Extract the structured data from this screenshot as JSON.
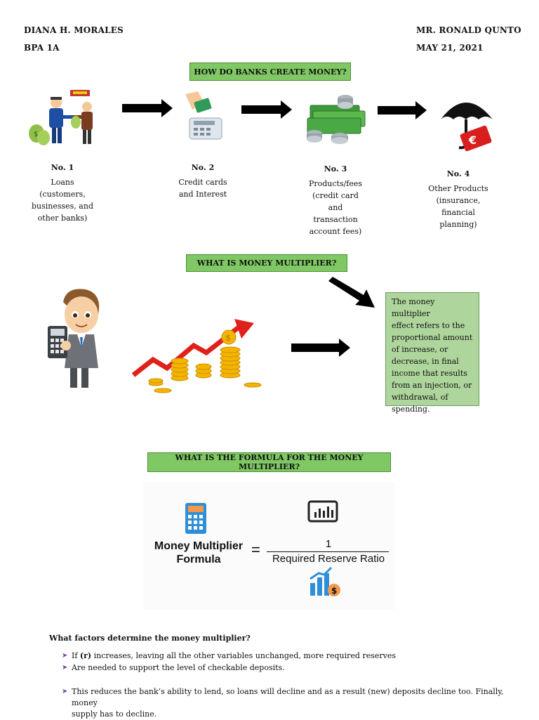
{
  "header": {
    "student_name": "DIANA H. MORALES",
    "section": "BPA 1A",
    "teacher": "MR. RONALD QUNTO",
    "date": "MAY 21, 2021"
  },
  "section1": {
    "title": "HOW DO BANKS CREATE MONEY?",
    "steps": [
      {
        "num": "No. 1",
        "lines": [
          "Loans",
          "(customers,",
          "businesses, and",
          "other banks)"
        ],
        "icon": "loan-handshake-icon"
      },
      {
        "num": "No. 2",
        "lines": [
          "Credit cards",
          "and Interest"
        ],
        "icon": "card-payment-icon"
      },
      {
        "num": "No. 3",
        "lines": [
          "Products/fees",
          "(credit card",
          "and",
          "transaction",
          "account fees)"
        ],
        "icon": "cash-stack-icon"
      },
      {
        "num": "No. 4",
        "lines": [
          "Other Products",
          "(insurance,",
          "financial",
          "planning)"
        ],
        "icon": "umbrella-euro-icon"
      }
    ]
  },
  "section2": {
    "title": "WHAT IS MONEY MULTIPLIER?",
    "definition_lines": [
      "The money multiplier",
      "effect refers to the",
      "proportional amount",
      "of increase, or",
      "decrease, in final",
      "income that results",
      "from an injection, or",
      "withdrawal, of",
      "spending."
    ]
  },
  "section3": {
    "title": "WHAT IS THE FORMULA FOR THE MONEY MULTIPLIER?",
    "formula_label_line1": "Money Multiplier",
    "formula_label_line2": "Formula",
    "equals": "=",
    "numerator": "1",
    "denominator": "Required Reserve Ratio"
  },
  "factors": {
    "question": "What factors determine the money multiplier?",
    "bullet1": {
      "pre": "If ",
      "bold": "(r)",
      "post": " increases, leaving all the other variables unchanged, more required reserves"
    },
    "bullet2": "Are needed to support the level of checkable deposits.",
    "bullet3_line1": "This reduces the bank’s ability to lend, so loans will decline and as a result (new) deposits decline too. Finally, money",
    "bullet3_line2": "supply has to decline."
  },
  "colors": {
    "green_box": "#7fc864",
    "definition_box": "#aed59b",
    "formula_blue": "#2e8fd6",
    "coin_gold": "#f4b400",
    "trend_red": "#e0201b"
  }
}
